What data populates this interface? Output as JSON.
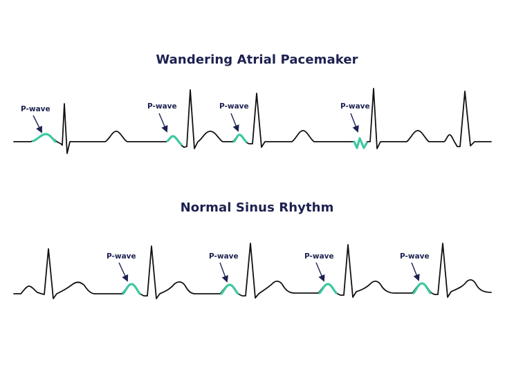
{
  "panels": {
    "top": {
      "title": "Wandering Atrial Pacemaker"
    },
    "bottom": {
      "title": "Normal Sinus Rhythm"
    }
  },
  "labels": {
    "top": [
      "P-wave",
      "P-wave",
      "P-wave",
      "P-wave"
    ],
    "bottom": [
      "P-wave",
      "P-wave",
      "P-wave",
      "P-wave"
    ]
  },
  "colors": {
    "title": "#1c2150",
    "trace": "#111111",
    "pwave_highlight": "#3dc9a2",
    "arrow": "#1c2150"
  }
}
